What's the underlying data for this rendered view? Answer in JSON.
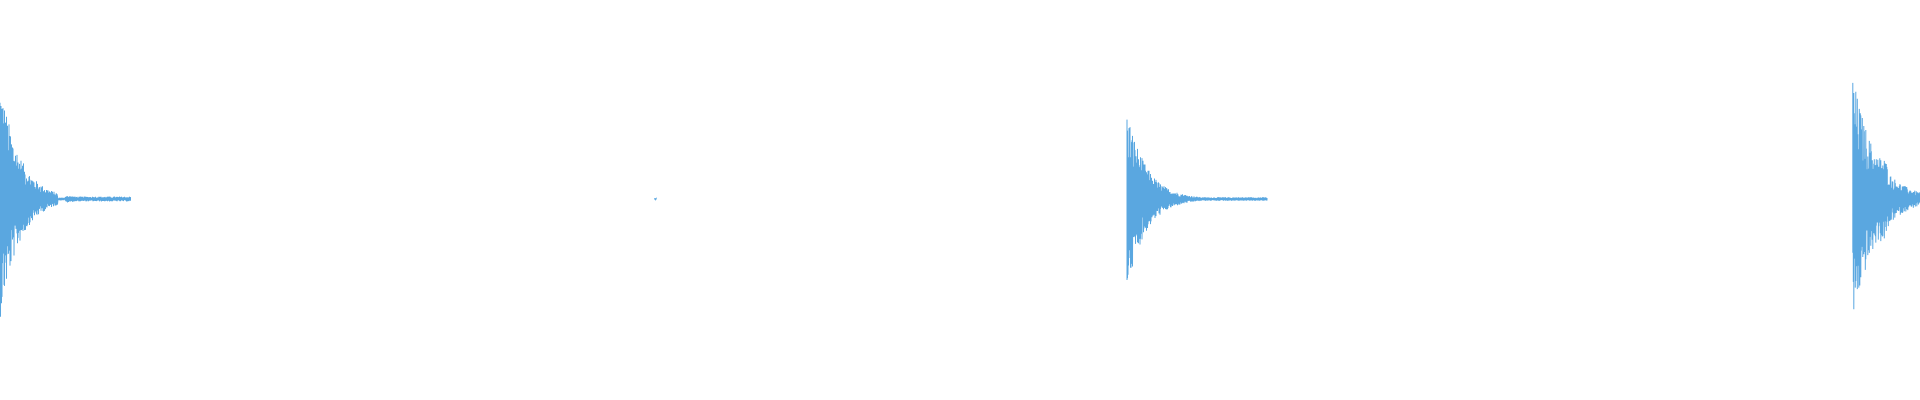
{
  "waveform": {
    "color": "#5aa7e0",
    "background": "#ffffff",
    "events": [
      {
        "start": 0.0,
        "end": 0.068,
        "peak_up": 0.97,
        "peak_down": 0.97,
        "decay": 0.01,
        "tail": 0.12,
        "gap_start": 0.03,
        "gap_end": 0.034
      },
      {
        "start": 0.341,
        "end": 0.342,
        "peak_up": 0.01,
        "peak_down": 0.01,
        "decay": 0.001,
        "tail": 0.01,
        "gap_start": 0,
        "gap_end": 0
      },
      {
        "start": 0.587,
        "end": 0.66,
        "peak_up": 0.72,
        "peak_down": 0.72,
        "decay": 0.01,
        "tail": 0.08,
        "gap_start": 0,
        "gap_end": 0
      },
      {
        "start": 0.965,
        "end": 1.0,
        "peak_up": 1.0,
        "peak_down": 1.0,
        "decay": 0.012,
        "tail": 0.45,
        "gap_start": 0,
        "gap_end": 0
      }
    ]
  }
}
